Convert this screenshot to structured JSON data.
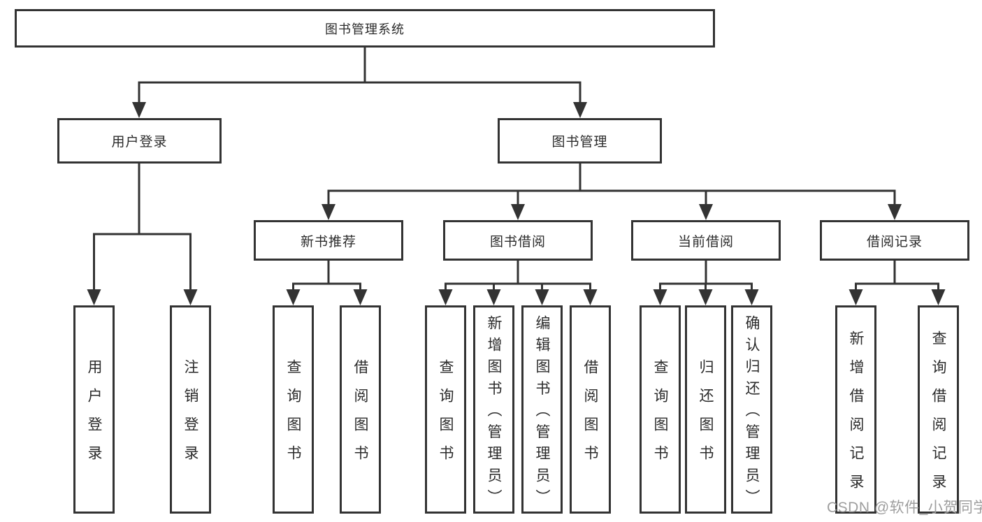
{
  "tree": {
    "root": {
      "label": "图书管理系统"
    },
    "branches": [
      {
        "label": "用户登录",
        "children": [
          {
            "label": "用户登录"
          },
          {
            "label": "注销登录"
          }
        ]
      },
      {
        "label": "图书管理",
        "children": [
          {
            "label": "新书推荐",
            "children": [
              {
                "label": "查询图书"
              },
              {
                "label": "借阅图书"
              }
            ]
          },
          {
            "label": "图书借阅",
            "children": [
              {
                "label": "查询图书"
              },
              {
                "label": "新增图书（管理员）"
              },
              {
                "label": "编辑图书（管理员）"
              },
              {
                "label": "借阅图书"
              }
            ]
          },
          {
            "label": "当前借阅",
            "children": [
              {
                "label": "查询图书"
              },
              {
                "label": "归还图书"
              },
              {
                "label": "确认归还（管理员）"
              }
            ]
          },
          {
            "label": "借阅记录",
            "children": [
              {
                "label": "新增借阅记录"
              },
              {
                "label": "查询借阅记录"
              }
            ]
          }
        ]
      }
    ]
  },
  "watermark": {
    "text": "CSDN @软件_小贺同学"
  },
  "colors": {
    "line": "#333333",
    "text": "#2b2b2b",
    "watermark": "#9e9e9e",
    "background": "#ffffff"
  }
}
